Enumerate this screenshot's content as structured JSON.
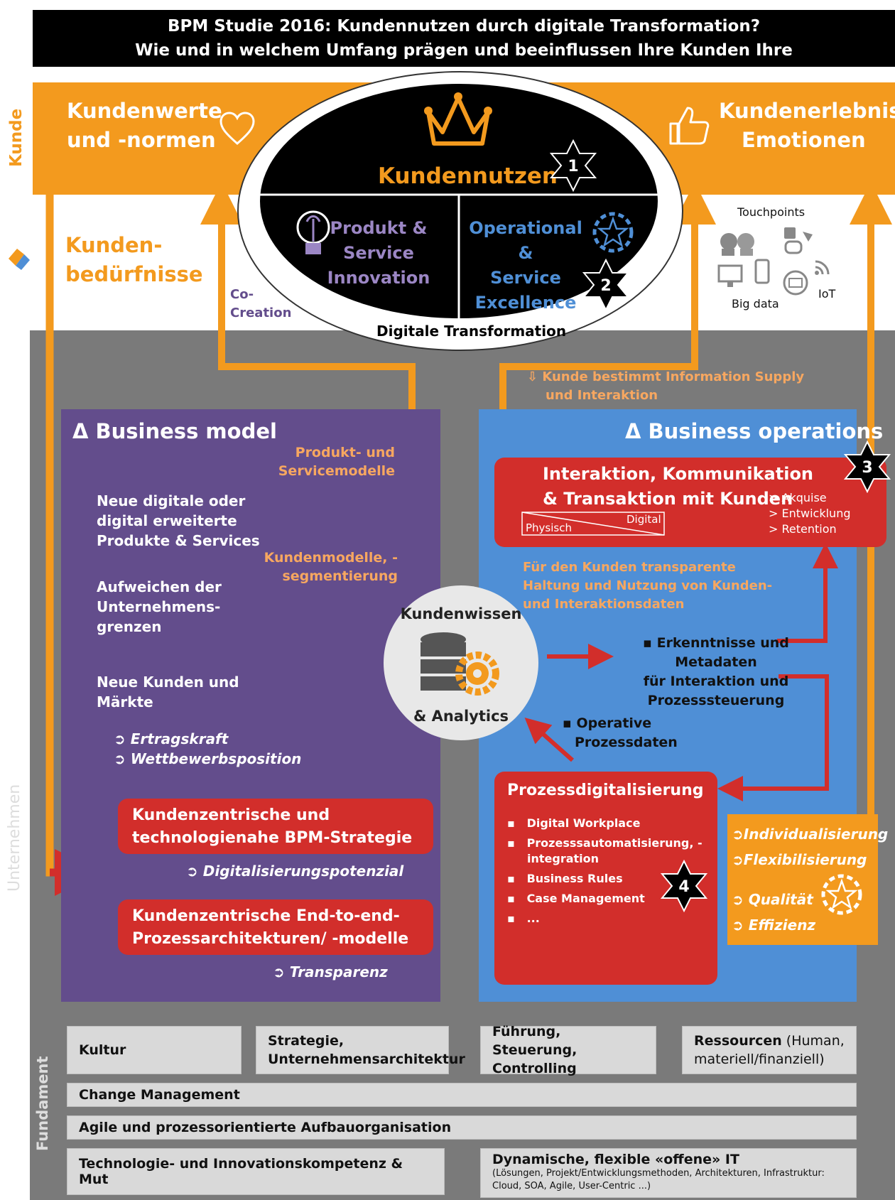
{
  "header": {
    "line1": "BPM Studie 2016: Kundennutzen durch digitale Transformation?",
    "line2": "Wie und in welchem Umfang prägen und beeinflussen Ihre Kunden Ihre Unternehmensprozesse?"
  },
  "side_labels": {
    "kunde": "Kunde",
    "unternehmen": "Unternehmen",
    "fundament": "Fundament"
  },
  "top": {
    "kundenwerte_1": "Kundenwerte",
    "kundenwerte_2": "und -normen",
    "kundenerlebnis_1": "Kundenerlebnis",
    "kundenerlebnis_2": "Emotionen",
    "beduerfnisse_1": "Kunden-",
    "beduerfnisse_2": "bedürfnisse",
    "cocreation_1": "Co-",
    "cocreation_2": "Creation",
    "touchpoints": "Touchpoints",
    "big_data": "Big data",
    "iot": "IoT"
  },
  "ellipse": {
    "kundennutzen": "Kundennutzen",
    "produkt_1": "Produkt &",
    "produkt_2": "Service",
    "produkt_3": "Innovation",
    "operational_1": "Operational &",
    "operational_2": "Service",
    "operational_3": "Excellence",
    "digitale": "Digitale Transformation",
    "star1": "1",
    "star2": "2"
  },
  "flow": {
    "kunde_bestimmt_1": "Kunde bestimmt Information Supply",
    "kunde_bestimmt_2": "und Interaktion"
  },
  "business_model": {
    "title": "Δ Business model",
    "produkt_modelle_1": "Produkt- und",
    "produkt_modelle_2": "Servicemodelle",
    "kundenmodelle_1": "Kundenmodelle, -",
    "kundenmodelle_2": "segmentierung",
    "item1_1": "Neue digitale oder",
    "item1_2": "digital erweiterte",
    "item1_3": "Produkte & Services",
    "item2_1": "Aufweichen der",
    "item2_2": "Unternehmens-",
    "item2_3": "grenzen",
    "item3_1": "Neue Kunden und",
    "item3_2": "Märkte",
    "result1": "Ertragskraft",
    "result2": "Wettbewerbsposition",
    "strategie_1": "Kundenzentrische und",
    "strategie_2": "technologienahe BPM-Strategie",
    "digpot": "Digitalisierungspotenzial",
    "e2e_1": "Kundenzentrische End-to-end-",
    "e2e_2": "Prozessarchitekturen/ -modelle",
    "transparenz": "Transparenz"
  },
  "kundenwissen": {
    "top": "Kundenwissen",
    "bottom": "& Analytics"
  },
  "business_ops": {
    "title": "Δ Business operations",
    "interaktion_1": "Interaktion, Kommunikation",
    "interaktion_2": "& Transaktion mit Kunden",
    "akquise": "> Akquise",
    "entwicklung": "> Entwicklung",
    "retention": "> Retention",
    "physisch": "Physisch",
    "digital": "Digital",
    "star3": "3",
    "transparente_1": "Für den Kunden transparente",
    "transparente_2": "Haltung und Nutzung von Kunden-",
    "transparente_3": "und Interaktionsdaten",
    "erkenntnisse_1": "▪ Erkenntnisse und Metadaten",
    "erkenntnisse_2": "für Interaktion  und",
    "erkenntnisse_3": "Prozesssteuerung",
    "operative_1": "▪ Operative",
    "operative_2": "Prozessdaten",
    "prozess_title": "Prozessdigitalisierung",
    "prozess_items": [
      "Digital Workplace",
      "Prozesssautomatisierung, -",
      "integration",
      "Business Rules",
      "Case Management",
      "..."
    ],
    "star4": "4",
    "individual": "Individualisierung",
    "flexibil": "Flexibilisierung",
    "qualitaet": "Qualität",
    "effizienz": "Effizienz"
  },
  "fundament": {
    "kultur": "Kultur",
    "strategie_1": "Strategie,",
    "strategie_2": "Unternehmensarchitektur",
    "fuehrung_1": "Führung, Steuerung,",
    "fuehrung_2": "Controlling",
    "ressourcen_bold": "Ressourcen",
    "ressourcen_rest": " (Human,",
    "ressourcen_2": "materiell/finanziell)",
    "change": "Change Management",
    "agile": "Agile und prozessorientierte Aufbauorganisation",
    "technologie": "Technologie- und Innovationskompetenz & Mut",
    "it_title": "Dynamische, flexible «offene» IT",
    "it_sub_1": "(Lösungen, Projekt/Entwicklungsmethoden, Architekturen, Infrastruktur:",
    "it_sub_2": "Cloud, SOA, Agile, User-Centric ...)"
  },
  "colors": {
    "orange": "#f39a1e",
    "purple": "#634d8c",
    "blue": "#4f8fd6",
    "red": "#d22e2b",
    "grey": "#7a7a7a"
  }
}
